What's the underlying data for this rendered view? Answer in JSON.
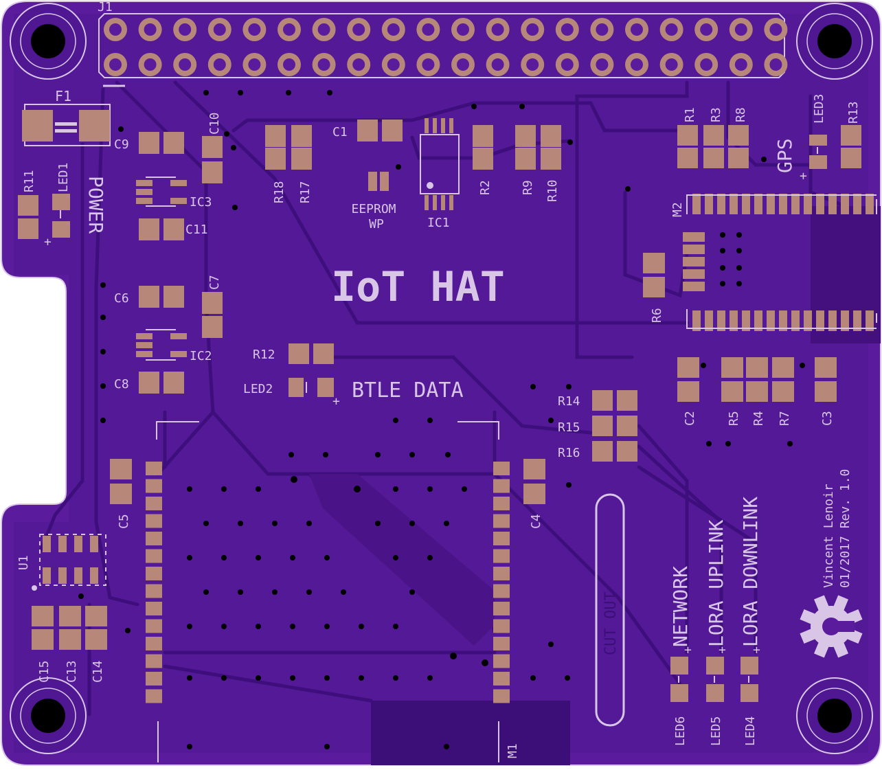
{
  "board": {
    "title": "IoT HAT",
    "author_line": "Vincent Lenoir",
    "rev_line": "01/2017 Rev. 1.0",
    "cutout_label": "CUT OUT",
    "colors": {
      "pcb": "#5a1c9c",
      "pcb_dark": "#3c0e78",
      "trace": "#4a1488",
      "pad": "#b7887a",
      "silk": "#d9c6e6",
      "hole": "#000000"
    }
  },
  "connector": {
    "ref": "J1"
  },
  "labels": {
    "f1": "F1",
    "r11": "R11",
    "led1": "LED1",
    "power": "POWER",
    "c9": "C9",
    "c10": "C10",
    "ic3": "IC3",
    "c11": "C11",
    "c1": "C1",
    "r18": "R18",
    "r17": "R17",
    "eeprom1": "EEPROM",
    "eeprom2": "WP",
    "ic1": "IC1",
    "r2": "R2",
    "r9": "R9",
    "r10": "R10",
    "r1": "R1",
    "r3": "R3",
    "r8": "R8",
    "led3": "LED3",
    "r13": "R13",
    "gps": "GPS",
    "m2": "M2",
    "r6": "R6",
    "c6": "C6",
    "c7": "C7",
    "ic2": "IC2",
    "c8": "C8",
    "r12": "R12",
    "led2": "LED2",
    "btle": "BTLE DATA",
    "c2": "C2",
    "r5": "R5",
    "r4": "R4",
    "r7": "R7",
    "c3": "C3",
    "r14": "R14",
    "r15": "R15",
    "r16": "R16",
    "c5": "C5",
    "c4": "C4",
    "u1": "U1",
    "c15": "C15",
    "c13": "C13",
    "c14": "C14",
    "network": "NETWORK",
    "lora_up": "LORA UPLINK",
    "lora_down": "LORA DOWNLINK",
    "led6": "LED6",
    "led5": "LED5",
    "led4": "LED4",
    "m1": "M1",
    "plus": "+"
  }
}
